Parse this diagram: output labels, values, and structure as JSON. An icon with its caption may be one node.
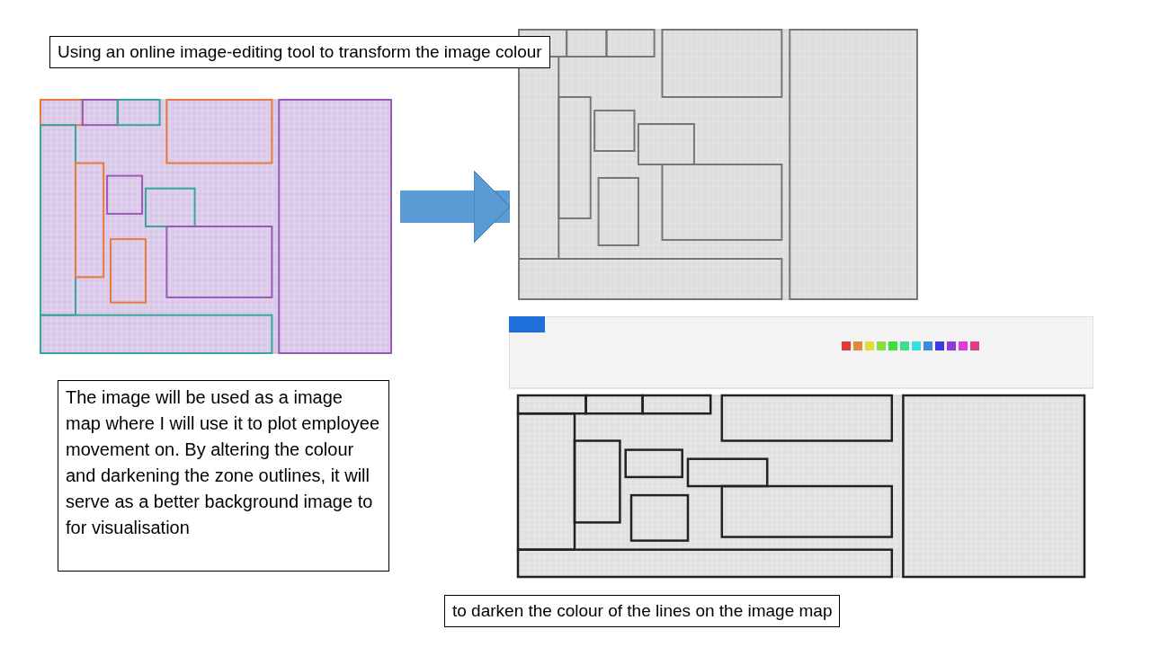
{
  "diagram": {
    "nodes": [
      {
        "text": [
          "Using an online image-editing tool to transform the image colour"
        ]
      },
      {
        "text": [],
        "shape": "picture"
      },
      {
        "text": [],
        "shape": "picture"
      },
      {
        "text": [
          "The image will be used as a image map where I will use it to plot employee movement on. By altering the colour and darkening the zone outlines,  it will serve as a better background image to for visualisation"
        ]
      },
      {
        "text": [],
        "shape": "picture"
      },
      {
        "text": [
          "to darken the colour of the lines on the image map"
        ]
      }
    ],
    "edges": [
      {
        "from": 1,
        "to": 2,
        "arrow": "to"
      }
    ]
  }
}
